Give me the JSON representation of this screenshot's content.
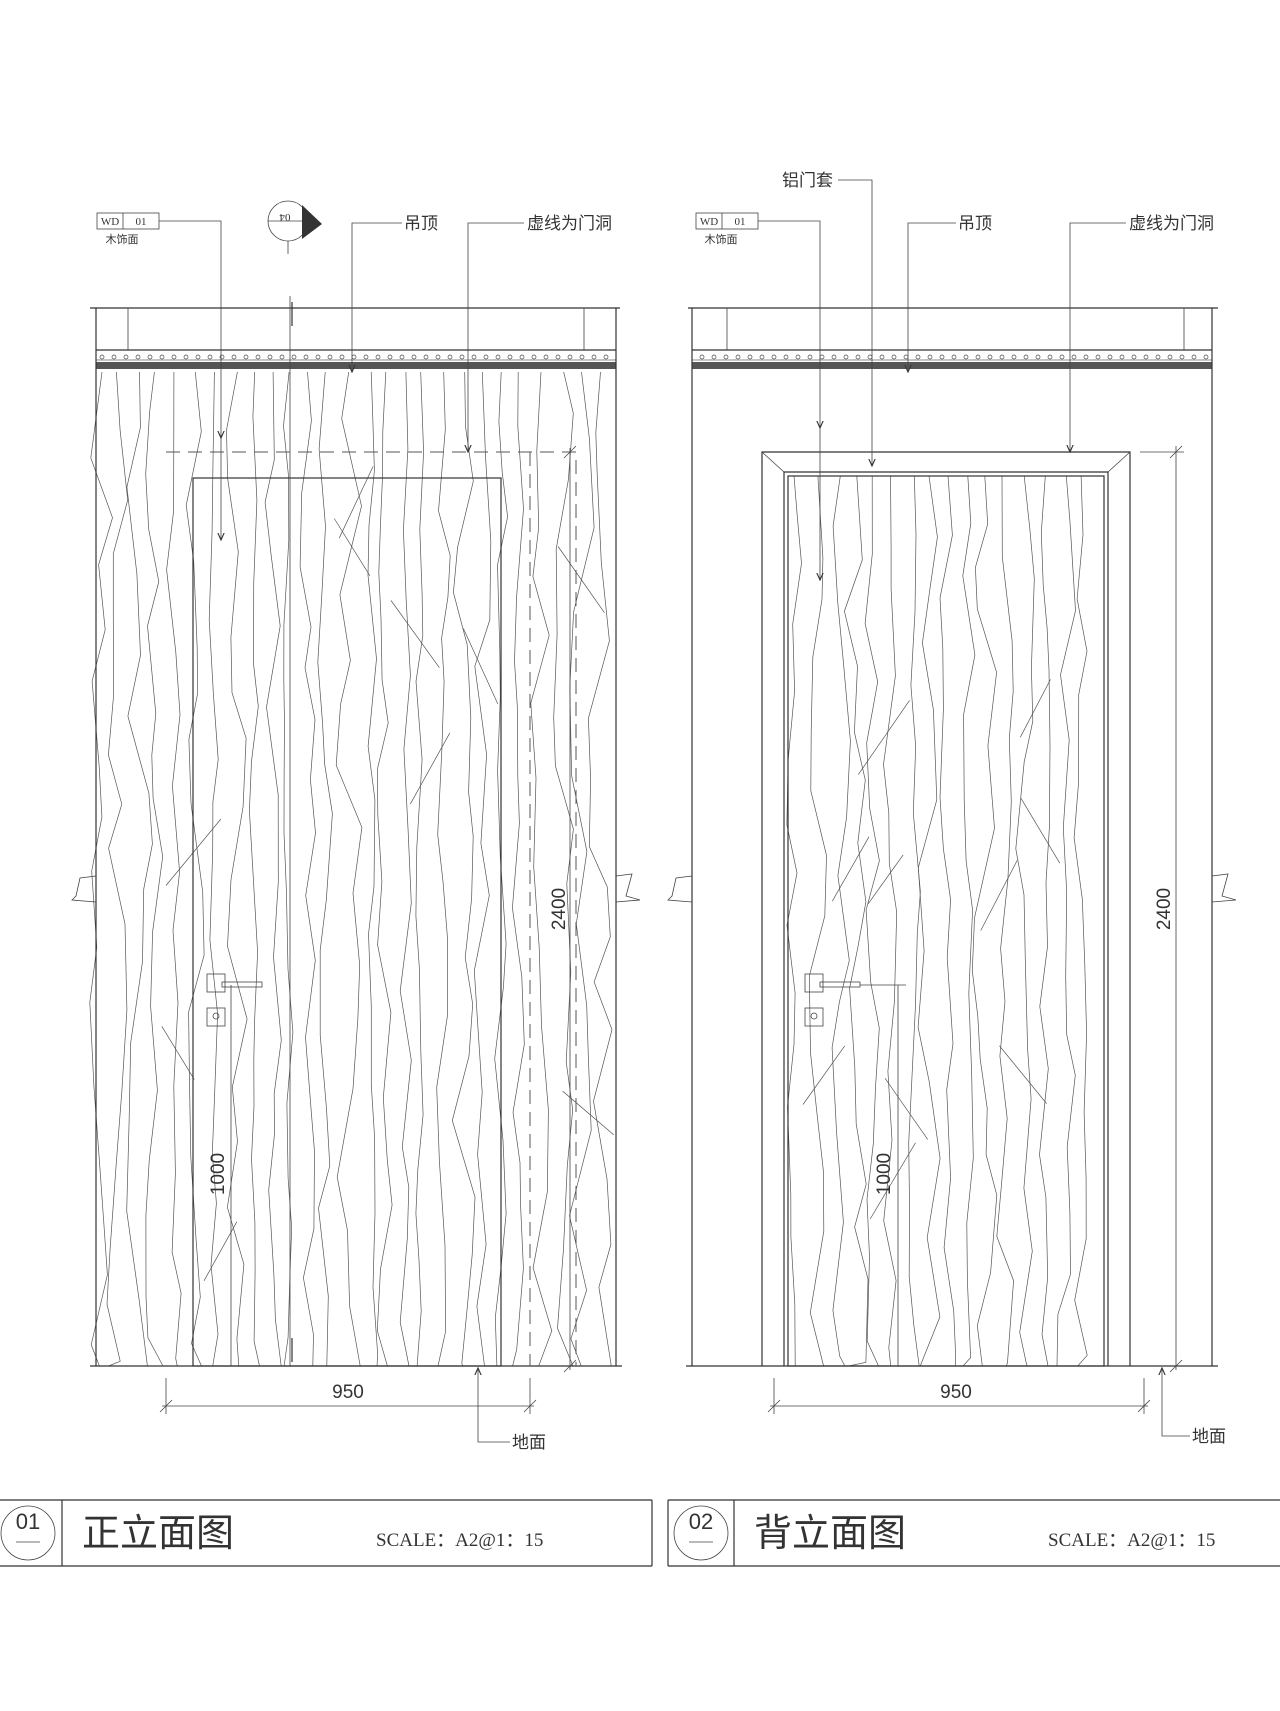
{
  "drawings": [
    {
      "id": "front",
      "number": "01",
      "title": "正立面图",
      "scale": "SCALE：A2@1：15",
      "tag": {
        "code": "WD",
        "num": "01",
        "caption": "木饰面"
      },
      "callouts": [
        "吊顶",
        "虚线为门洞"
      ],
      "floor_label": "地面",
      "section_mark": "04",
      "dimensions": {
        "width": "950",
        "height": "2400",
        "handle": "1000"
      }
    },
    {
      "id": "back",
      "number": "02",
      "title": "背立面图",
      "scale": "SCALE：A2@1：15",
      "tag": {
        "code": "WD",
        "num": "01",
        "caption": "木饰面"
      },
      "callouts": [
        "铝门套",
        "吊顶",
        "虚线为门洞"
      ],
      "floor_label": "地面",
      "dimensions": {
        "width": "950",
        "height": "2400",
        "handle": "1000"
      }
    }
  ]
}
